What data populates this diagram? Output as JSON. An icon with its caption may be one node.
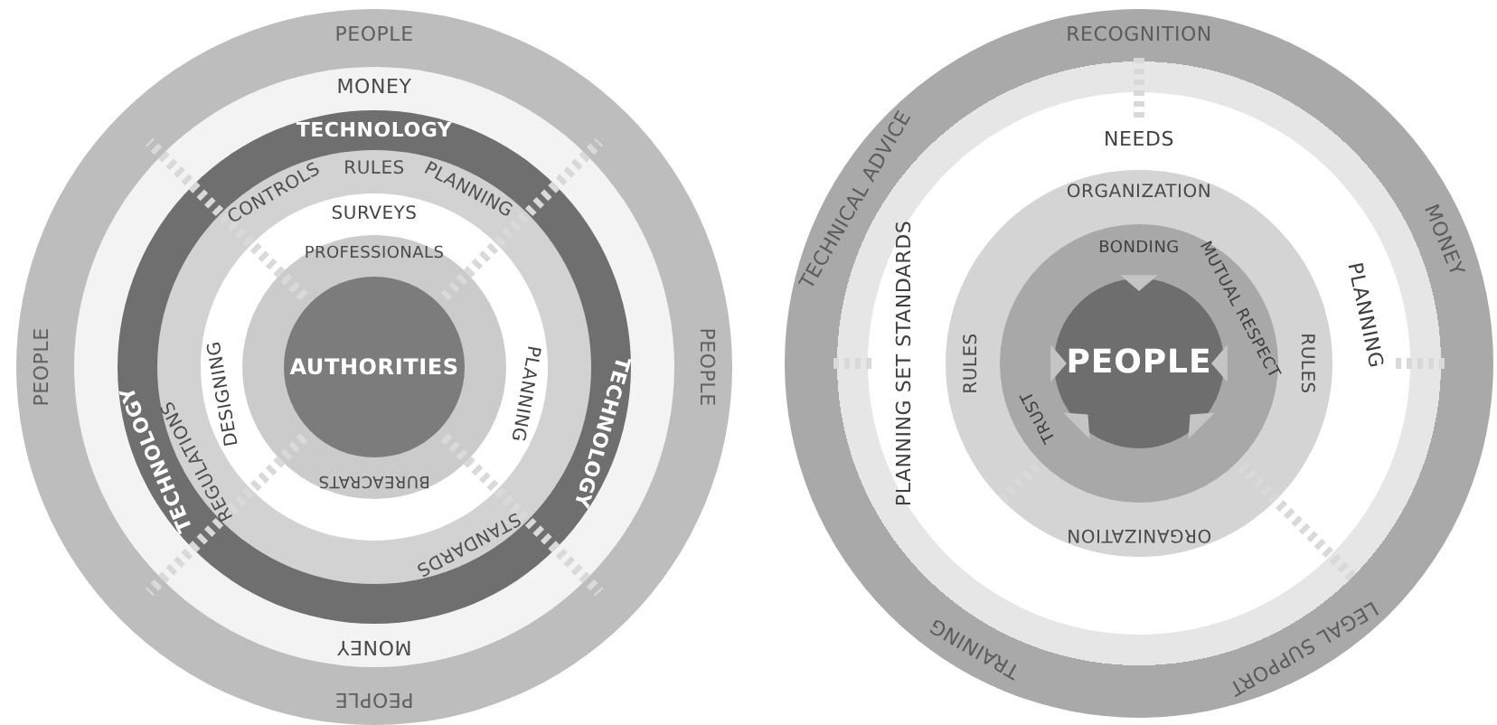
{
  "diagram": {
    "nodes": [
      {
        "text": [
          "PEOPLE",
          "PEOPLE",
          "PEOPLE",
          "PEOPLE"
        ]
      },
      {
        "text": [
          "MONEY",
          "MONEY"
        ],
        "in": 0
      },
      {
        "text": [
          "TECHNOLOGY",
          "TECHNOLOGY",
          "TECHNOLOGY"
        ],
        "in": 1
      },
      {
        "text": [
          "RULES",
          "PLANNING",
          "STANDARDS",
          "REGULATIONS",
          "CONTROLS"
        ],
        "in": 2
      },
      {
        "text": [
          "SURVEYS",
          "PLANNING",
          "DESIGNING"
        ],
        "in": 3
      },
      {
        "text": [
          "PROFESSIONALS",
          "BUREACRATS"
        ],
        "in": 4
      },
      {
        "text": [
          "AUTHORITIES"
        ],
        "in": 5
      },
      {
        "text": [
          "RECOGNITION",
          "MONEY",
          "LEGAL SUPPORT",
          "TRAINING",
          "TECHNICAL ADVICE"
        ]
      },
      {
        "text": [
          "NEEDS",
          "PLANNING",
          "PLANNING SET STANDARDS"
        ],
        "in": 7
      },
      {
        "text": [
          "ORGANIZATION",
          "RULES",
          "ORGANIZATION",
          "RULES"
        ],
        "in": 8
      },
      {
        "text": [
          "BONDING",
          "MUTUAL RESPECT",
          "TRUST"
        ],
        "in": 9
      },
      {
        "text": [
          "PEOPLE"
        ],
        "in": 10
      }
    ]
  }
}
